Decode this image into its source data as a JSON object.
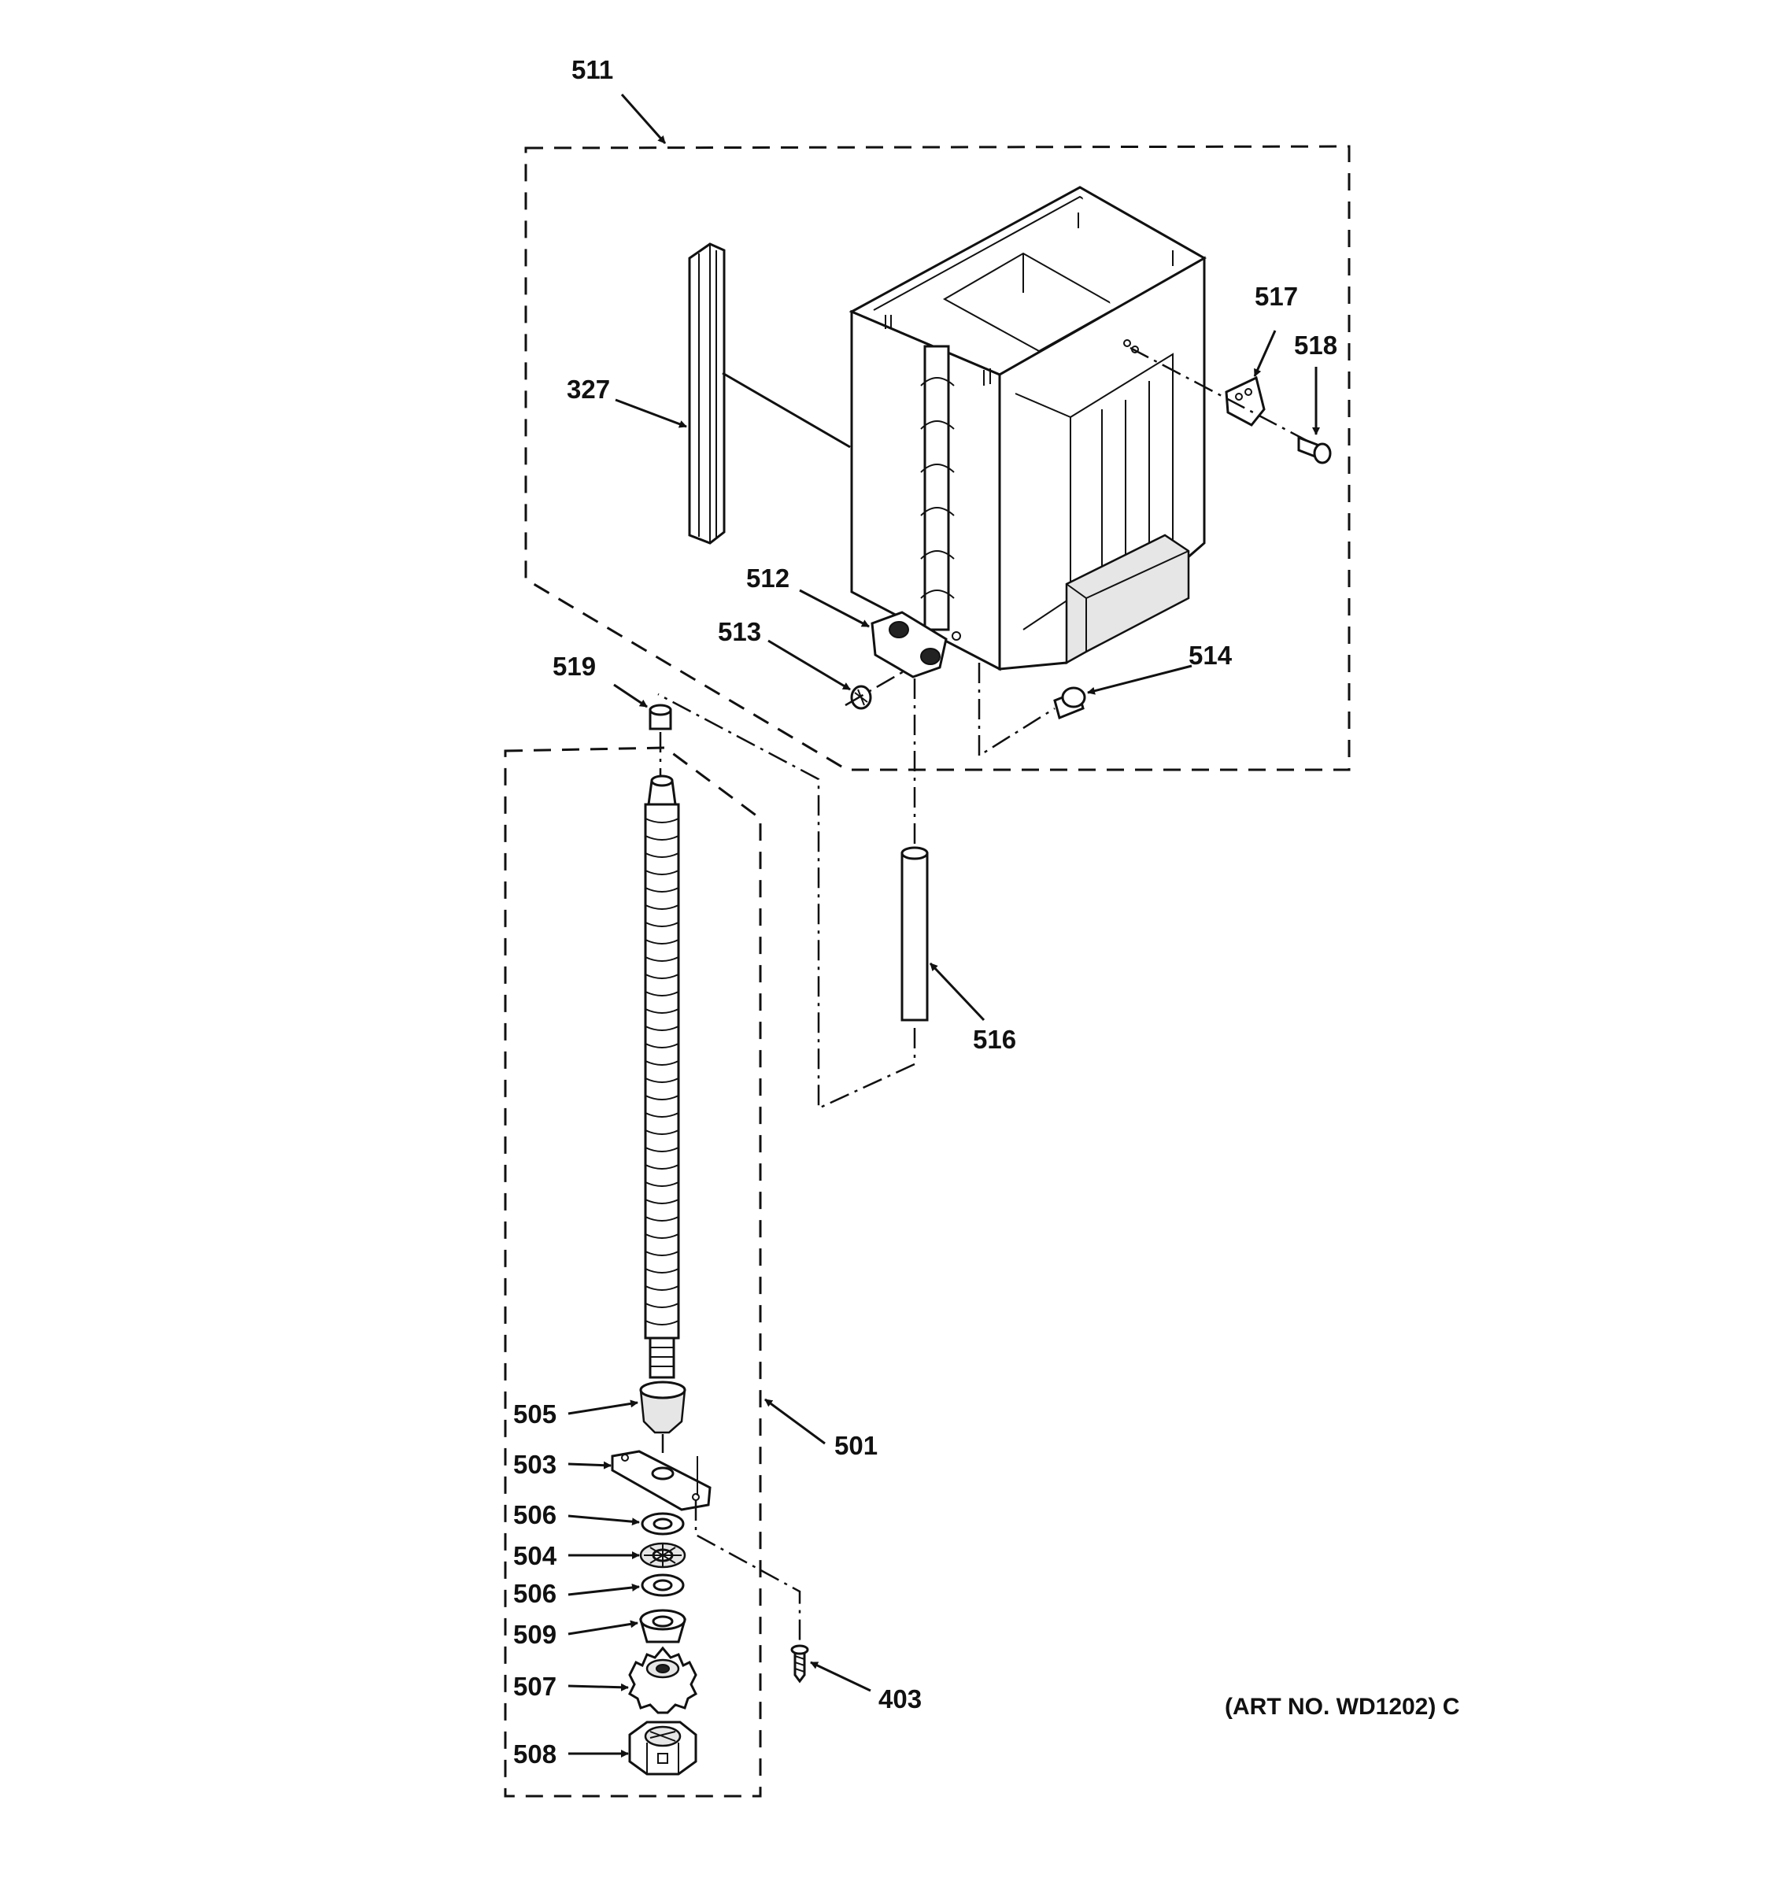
{
  "diagram": {
    "art_number": "(ART NO. WD1202) C",
    "callouts": [
      {
        "id": "c511",
        "text": "511"
      },
      {
        "id": "c327",
        "text": "327"
      },
      {
        "id": "c517",
        "text": "517"
      },
      {
        "id": "c518",
        "text": "518"
      },
      {
        "id": "c512",
        "text": "512"
      },
      {
        "id": "c513",
        "text": "513"
      },
      {
        "id": "c514",
        "text": "514"
      },
      {
        "id": "c519",
        "text": "519"
      },
      {
        "id": "c516",
        "text": "516"
      },
      {
        "id": "c505",
        "text": "505"
      },
      {
        "id": "c501",
        "text": "501"
      },
      {
        "id": "c503",
        "text": "503"
      },
      {
        "id": "c506a",
        "text": "506"
      },
      {
        "id": "c504",
        "text": "504"
      },
      {
        "id": "c506b",
        "text": "506"
      },
      {
        "id": "c509",
        "text": "509"
      },
      {
        "id": "c507",
        "text": "507"
      },
      {
        "id": "c403",
        "text": "403"
      },
      {
        "id": "c508",
        "text": "508"
      }
    ]
  }
}
